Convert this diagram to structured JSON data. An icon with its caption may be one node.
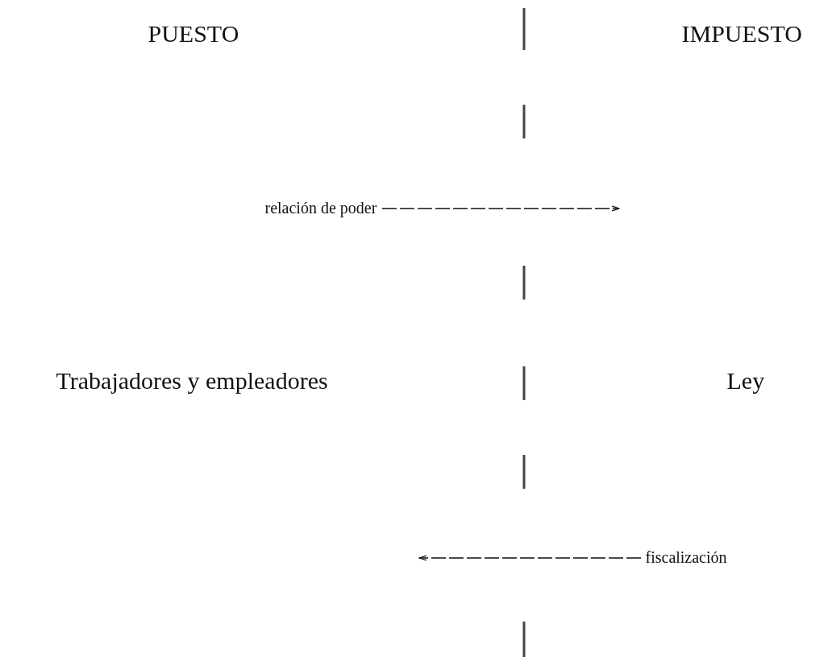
{
  "diagram": {
    "nodes": [
      {
        "text": [
          "relación de poder"
        ]
      },
      {
        "text": [
          "fiscalización"
        ]
      }
    ],
    "edges": [
      {
        "from": 0,
        "to": null,
        "arrow": "to",
        "style": "dashed"
      },
      {
        "from": 1,
        "to": null,
        "arrow": "to",
        "style": "dashed"
      }
    ],
    "labels": [
      "PUESTO",
      "IMPUESTO",
      "Trabajadores y empleadores",
      "Ley"
    ]
  }
}
